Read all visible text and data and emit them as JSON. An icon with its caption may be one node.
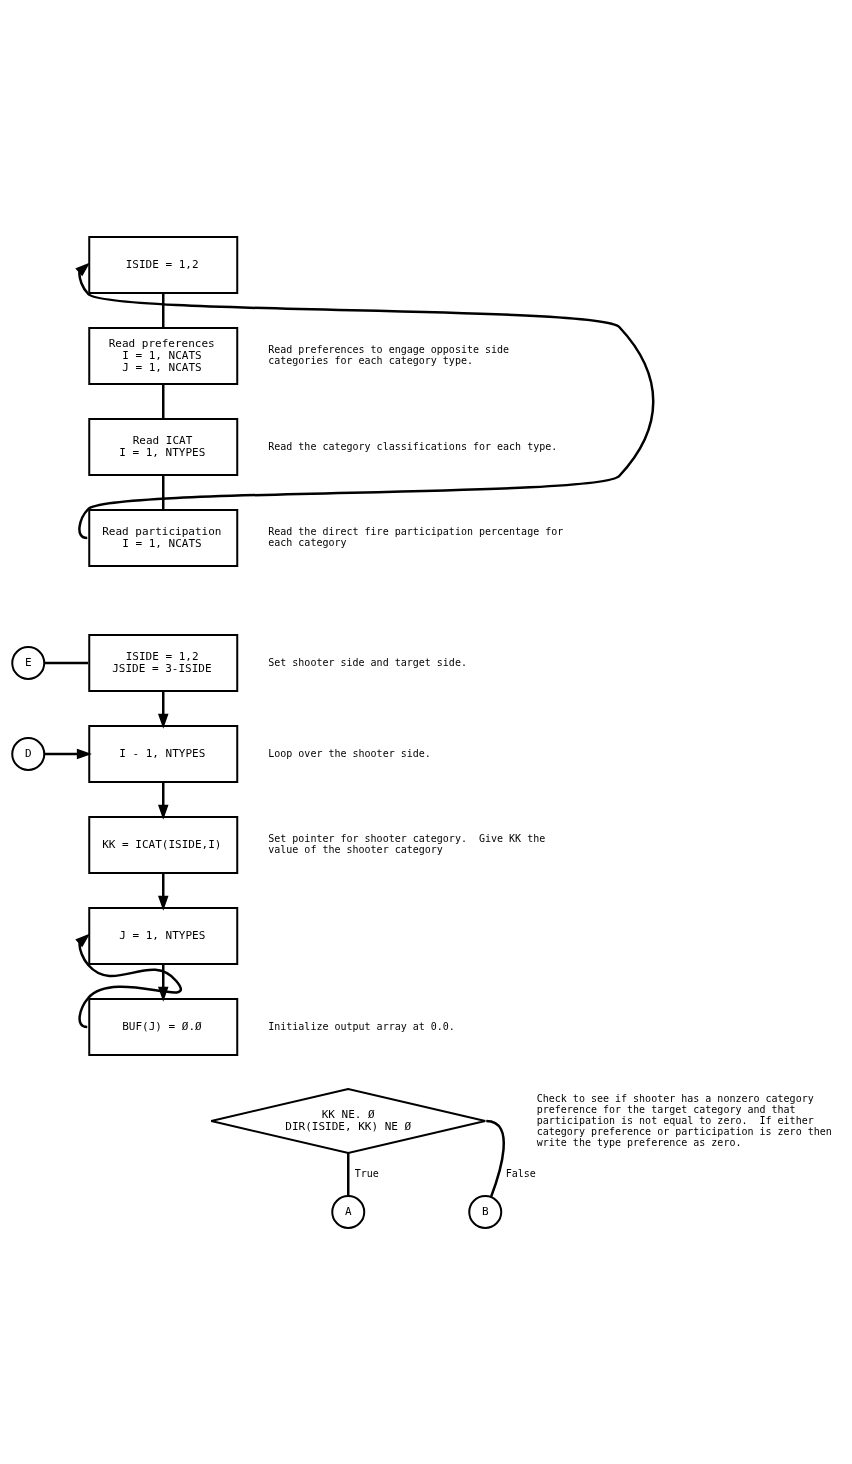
{
  "diagram": {
    "nodes": [
      {
        "text": [
          "ISIDE = 1,2"
        ]
      },
      {
        "text": [
          "Read preferences",
          "I = 1, NCATS",
          "J = 1, NCATS"
        ],
        "beside": [
          "Read preferences to engage opposite side categories for each category type."
        ]
      },
      {
        "text": [
          "Read ICAT",
          "I = 1, NTYPES"
        ],
        "beside": [
          "Read the category classifications for each type."
        ]
      },
      {
        "text": [
          "Read participation",
          "I = 1, NCATS"
        ],
        "beside": [
          "Read the direct fire participation percentage for each category"
        ]
      },
      {
        "text": [
          "E"
        ]
      },
      {
        "text": [
          "ISIDE = 1,2",
          "JSIDE = 3-ISIDE"
        ],
        "beside": [
          "Set shooter side and target side."
        ]
      },
      {
        "text": [
          "D"
        ]
      },
      {
        "text": [
          "I - 1, NTYPES"
        ],
        "beside": [
          "Loop over the shooter side."
        ]
      },
      {
        "text": [
          "KK = ICAT(ISIDE,I)"
        ],
        "beside": [
          "Set pointer for shooter category.  Give KK the value of the shooter category"
        ]
      },
      {
        "text": [
          "J = 1, NTYPES"
        ]
      },
      {
        "text": [
          "BUF(J) = Ø.Ø"
        ],
        "beside": [
          "Initialize output array at 0.0."
        ]
      },
      {
        "text": [
          "KK NE. Ø",
          "DIR(ISIDE, KK) NE Ø"
        ]
      },
      {
        "text": [
          "B"
        ]
      },
      {
        "text": [
          "A"
        ]
      }
    ],
    "edges": [
      {
        "from": 0,
        "to": 1,
        "arrow": "none"
      },
      {
        "from": 1,
        "to": 2,
        "arrow": "none"
      },
      {
        "from": 2,
        "to": 3,
        "arrow": "none"
      },
      {
        "from": 3,
        "to": 0,
        "arrow": "to"
      },
      {
        "from": 4,
        "to": 5,
        "arrow": "none"
      },
      {
        "from": 5,
        "to": 7,
        "arrow": "to"
      },
      {
        "from": 6,
        "to": 7,
        "arrow": "to"
      },
      {
        "from": 7,
        "to": 8,
        "arrow": "to"
      },
      {
        "from": 8,
        "to": 9,
        "arrow": "to"
      },
      {
        "from": 9,
        "to": 10,
        "arrow": "to"
      },
      {
        "from": 10,
        "to": 9,
        "arrow": "to"
      },
      {
        "from": 11,
        "to": 12,
        "arrow": "none",
        "label": "False"
      },
      {
        "from": 11,
        "to": 13,
        "arrow": "none",
        "label": "True"
      }
    ],
    "labels": [
      "Check to see if shooter has a nonzero category preference for the target category and that participation is not equal to zero.  If either category preference or participation is zero then write the type preference as zero."
    ]
  }
}
